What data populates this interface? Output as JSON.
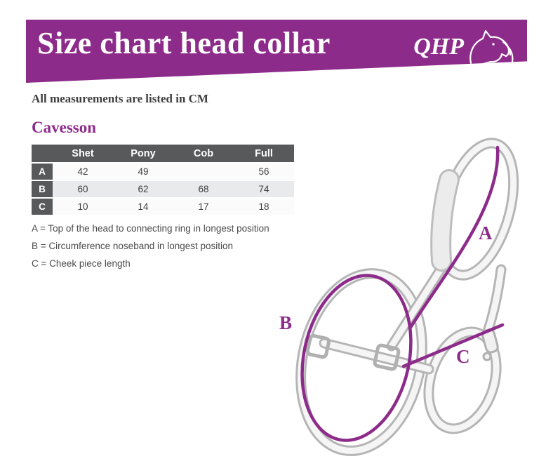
{
  "banner": {
    "title": "Size chart head collar",
    "logo_text": "QHP"
  },
  "colors": {
    "accent": "#8d2b8b",
    "table_header": "#58595b",
    "row_alt": "#e9eaec"
  },
  "intro_text": "All measurements are listed in CM",
  "section_title": "Cavesson",
  "chart_data": {
    "type": "table",
    "title": "Cavesson",
    "columns": [
      "",
      "Shet",
      "Pony",
      "Cob",
      "Full"
    ],
    "rows": [
      {
        "label": "A",
        "values": [
          "42",
          "49",
          "",
          "56"
        ]
      },
      {
        "label": "B",
        "values": [
          "60",
          "62",
          "68",
          "74"
        ]
      },
      {
        "label": "C",
        "values": [
          "10",
          "14",
          "17",
          "18"
        ]
      }
    ]
  },
  "legend": [
    "A = Top of the head to connecting ring in longest position",
    "B = Circumference noseband in longest position",
    "C = Cheek piece length"
  ],
  "diagram": {
    "label_a": "A",
    "label_b": "B",
    "label_c": "C"
  }
}
